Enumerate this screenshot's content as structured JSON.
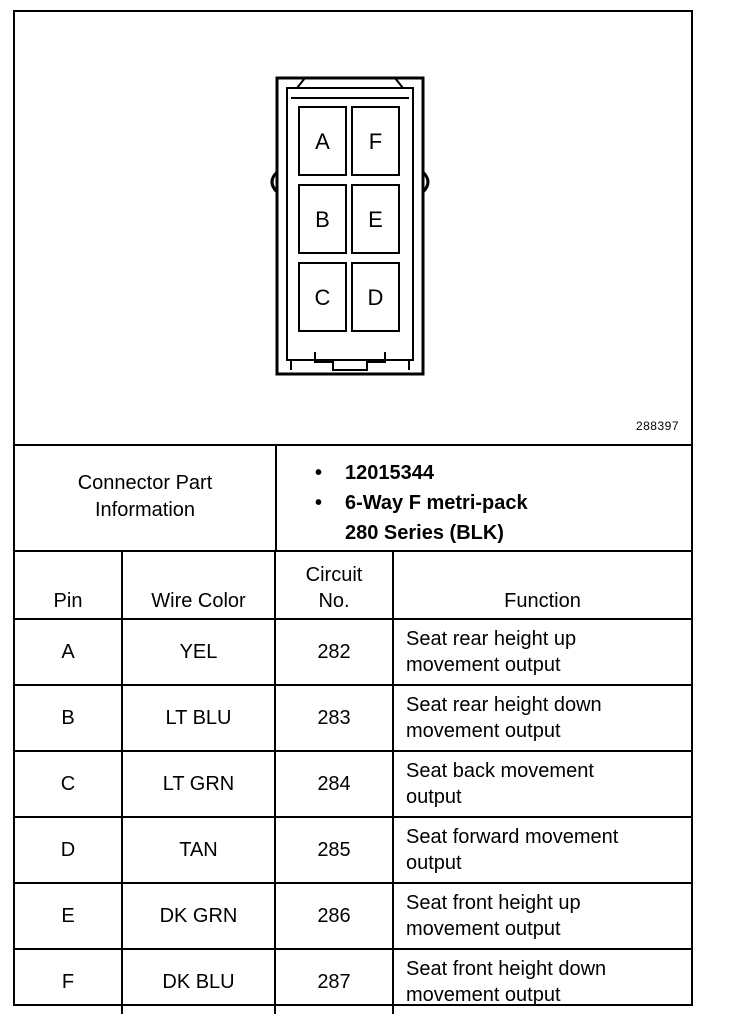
{
  "figure": {
    "number": "288397",
    "cavities": [
      {
        "row": 0,
        "col": 0,
        "label": "A"
      },
      {
        "row": 0,
        "col": 1,
        "label": "F"
      },
      {
        "row": 1,
        "col": 0,
        "label": "B"
      },
      {
        "row": 1,
        "col": 1,
        "label": "E"
      },
      {
        "row": 2,
        "col": 0,
        "label": "C"
      },
      {
        "row": 2,
        "col": 1,
        "label": "D"
      }
    ]
  },
  "connector_info": {
    "label_line1": "Connector Part",
    "label_line2": "Information",
    "part_number": "12015344",
    "description_line1": "6-Way F metri-pack",
    "description_line2": "280 Series (BLK)"
  },
  "table": {
    "headers": {
      "pin": "Pin",
      "wire_color": "Wire Color",
      "circuit_line1": "Circuit",
      "circuit_line2": "No.",
      "function": "Function"
    },
    "rows": [
      {
        "pin": "A",
        "color": "YEL",
        "circuit": "282",
        "func1": "Seat rear height up",
        "func2": "movement output"
      },
      {
        "pin": "B",
        "color": "LT BLU",
        "circuit": "283",
        "func1": "Seat rear height down",
        "func2": "movement output"
      },
      {
        "pin": "C",
        "color": "LT GRN",
        "circuit": "284",
        "func1": "Seat back movement",
        "func2": "output"
      },
      {
        "pin": "D",
        "color": "TAN",
        "circuit": "285",
        "func1": "Seat forward movement",
        "func2": "output"
      },
      {
        "pin": "E",
        "color": "DK GRN",
        "circuit": "286",
        "func1": "Seat front height up",
        "func2": "movement output"
      },
      {
        "pin": "F",
        "color": "DK BLU",
        "circuit": "287",
        "func1": "Seat front height down",
        "func2": "movement output"
      }
    ]
  }
}
